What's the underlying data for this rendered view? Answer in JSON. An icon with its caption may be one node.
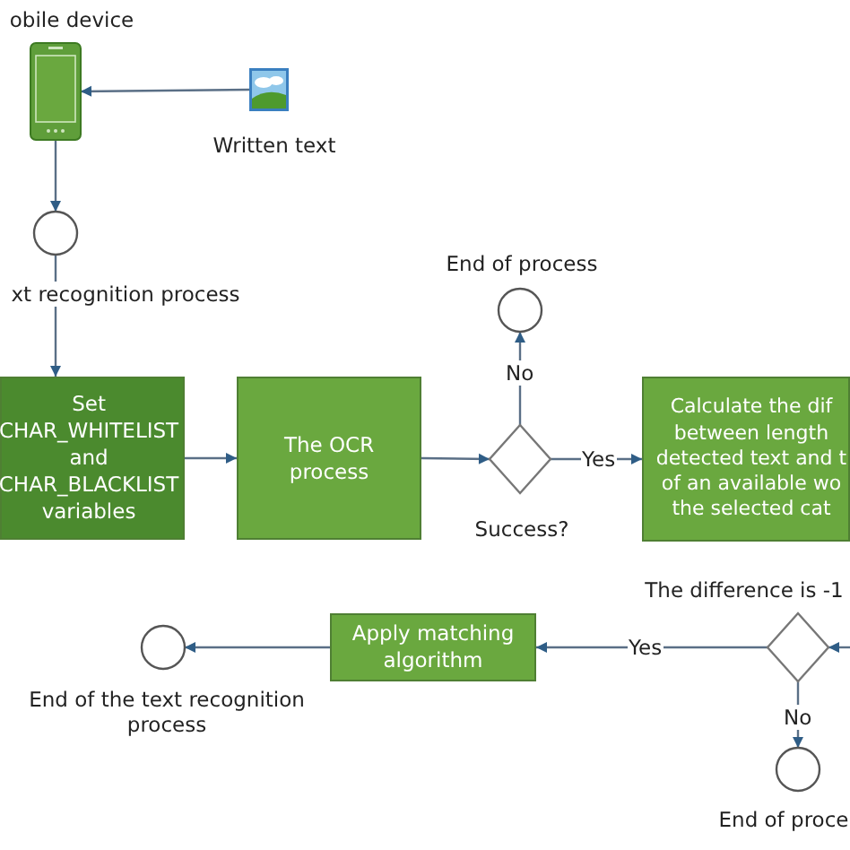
{
  "diagram": {
    "nodes": [
      {
        "text": [
          "obile device"
        ]
      },
      {
        "text": [
          "Written text"
        ]
      },
      {
        "text": [
          "xt recognition process"
        ]
      },
      {
        "text": [
          "Set CHAR_WHITELIST and CHAR_BLACKLIST variables"
        ]
      },
      {
        "text": [
          "The OCR process"
        ]
      },
      {
        "text": [
          "Success?"
        ]
      },
      {
        "text": [
          "End of process"
        ]
      },
      {
        "text": [
          "Calculate the dif between length detected text and t of an available wo the selected cat"
        ]
      },
      {
        "text": [
          "The difference is -1"
        ]
      },
      {
        "text": [
          "End of proce"
        ]
      },
      {
        "text": [
          "Apply matching algorithm"
        ]
      },
      {
        "text": [
          "End of the text recognition process"
        ]
      }
    ],
    "edges": [
      {
        "from": 1,
        "to": 0,
        "arrow": "to"
      },
      {
        "from": 0,
        "to": 2,
        "arrow": "to"
      },
      {
        "from": 2,
        "to": 3,
        "arrow": "to"
      },
      {
        "from": 3,
        "to": 4,
        "arrow": "to"
      },
      {
        "from": 4,
        "to": 5,
        "arrow": "to"
      },
      {
        "from": 5,
        "to": 6,
        "arrow": "to",
        "label": "No"
      },
      {
        "from": 5,
        "to": 7,
        "arrow": "to",
        "label": "Yes"
      },
      {
        "from": null,
        "to": 8,
        "arrow": "to"
      },
      {
        "from": 8,
        "to": 9,
        "arrow": "to",
        "label": "No"
      },
      {
        "from": 8,
        "to": 10,
        "arrow": "to",
        "label": "Yes"
      },
      {
        "from": 10,
        "to": 11,
        "arrow": "to"
      }
    ]
  }
}
